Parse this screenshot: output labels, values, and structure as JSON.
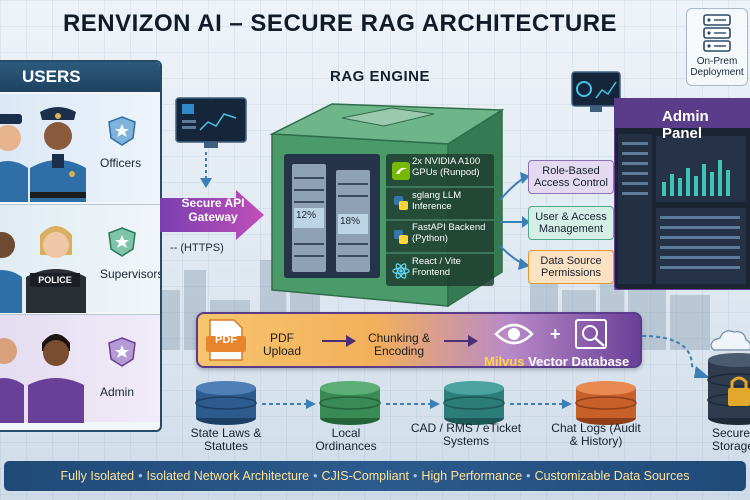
{
  "title": "RENVIZON AI – SECURE RAG ARCHITECTURE",
  "deployment": {
    "label_line1": "On-Prem",
    "label_line2": "Deployment",
    "icon": "server-rack-icon"
  },
  "users": {
    "heading": "USERS",
    "groups": [
      {
        "label": "Officers",
        "icon": "police-badge-icon",
        "color": "#2f6fa8"
      },
      {
        "label": "Supervisors",
        "icon": "supervisor-badge-icon",
        "color": "#2c7a5a",
        "vest_text": "POLICE"
      },
      {
        "label": "Admin",
        "icon": "admin-badge-icon",
        "color": "#6a3f97"
      }
    ]
  },
  "gateway": {
    "label": "Secure API Gateway",
    "protocol": "-- (HTTPS)"
  },
  "rag_engine": {
    "title": "RAG ENGINE",
    "components": [
      {
        "label": "2x NVIDIA A100 GPUs (Runpod)",
        "icon": "nvidia-icon"
      },
      {
        "label": "sglang LLM Inference",
        "icon": "python-icon"
      },
      {
        "label": "FastAPI Backend (Python)",
        "icon": "python-icon"
      },
      {
        "label": "React / Vite Frontend",
        "icon": "react-icon"
      }
    ],
    "server_labels": [
      "12%",
      "18%"
    ]
  },
  "permissions": [
    {
      "label": "Role-Based Access Control",
      "color": "#8b71b6"
    },
    {
      "label": "User & Access Management",
      "color": "#4ea88b"
    },
    {
      "label": "Data Source Permissions",
      "color": "#e5962f"
    }
  ],
  "admin_panel": {
    "title": "Admin Panel"
  },
  "pipeline": {
    "pdf_badge": "PDF",
    "upload": "PDF Upload",
    "chunking": "Chunking & Encoding",
    "db_name": "Milvus",
    "db_label": "Vector Database"
  },
  "data_sources": [
    {
      "label": "State Laws & Statutes",
      "color": "#2d5b8e"
    },
    {
      "label": "Local Ordinances",
      "color": "#3a8a55"
    },
    {
      "label": "CAD / RMS / eTicket Systems",
      "color": "#2c7c7a"
    },
    {
      "label": "Chat Logs (Audit & History)",
      "color": "#c8602a"
    }
  ],
  "secure_storage": {
    "label": "Secure Storage"
  },
  "footer": [
    "Fully Isolated",
    "Isolated Network Architecture",
    "CJIS-Compliant",
    "High Performance",
    "Customizable Data Sources"
  ]
}
